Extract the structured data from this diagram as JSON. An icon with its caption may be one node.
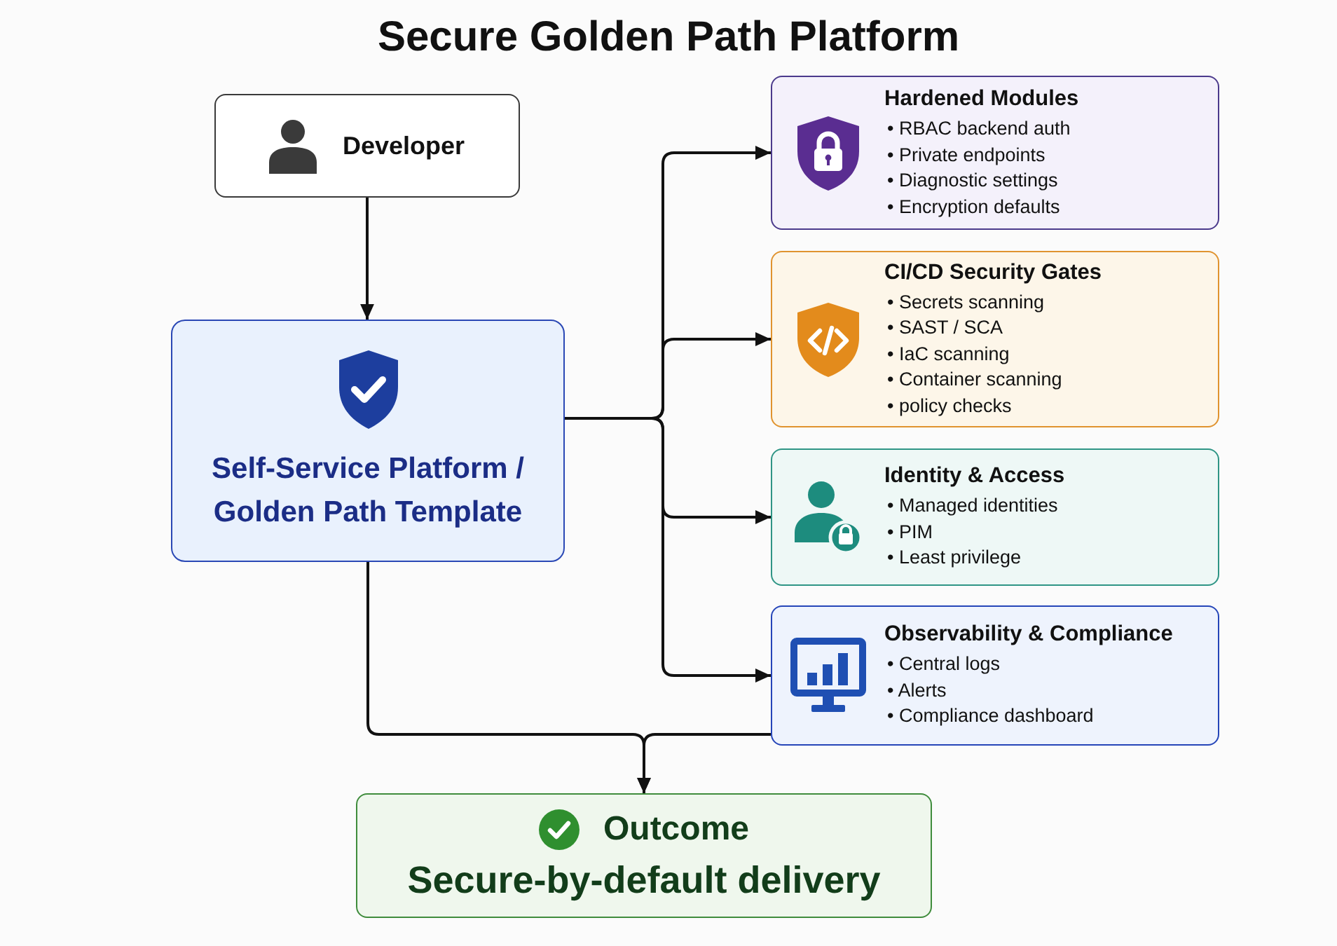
{
  "diagram": {
    "title": "Secure Golden Path Platform",
    "nodes": [
      {
        "text": [
          "Developer"
        ]
      },
      {
        "text": [
          "Self-Service Platform / Golden Path Template"
        ]
      },
      {
        "text": [
          "Hardened Modules",
          "• RBAC backend auth",
          "• Private endpoints",
          "• Diagnostic settings",
          "• Encryption defaults"
        ]
      },
      {
        "text": [
          "CI/CD Security Gates",
          "• Secrets scanning",
          "• SAST / SCA",
          "• IaC scanning",
          "• Container scanning",
          "• policy checks"
        ]
      },
      {
        "text": [
          "Identity & Access",
          "• Managed identities",
          "• PIM",
          "• Least privilege"
        ]
      },
      {
        "text": [
          "Observability & Compliance",
          "• Central logs",
          "• Alerts",
          "• Compliance dashboard"
        ]
      },
      {
        "text": [
          "Outcome",
          "Secure-by-default delivery"
        ]
      }
    ],
    "edges": [
      {
        "from": 0,
        "to": 1,
        "arrow": "to"
      },
      {
        "from": 1,
        "to": 2,
        "arrow": "to"
      },
      {
        "from": 1,
        "to": 3,
        "arrow": "to"
      },
      {
        "from": 1,
        "to": 4,
        "arrow": "to"
      },
      {
        "from": 1,
        "to": 5,
        "arrow": "to"
      },
      {
        "from": 1,
        "to": 6,
        "arrow": "to"
      },
      {
        "from": 5,
        "to": 6,
        "arrow": "to"
      }
    ]
  }
}
